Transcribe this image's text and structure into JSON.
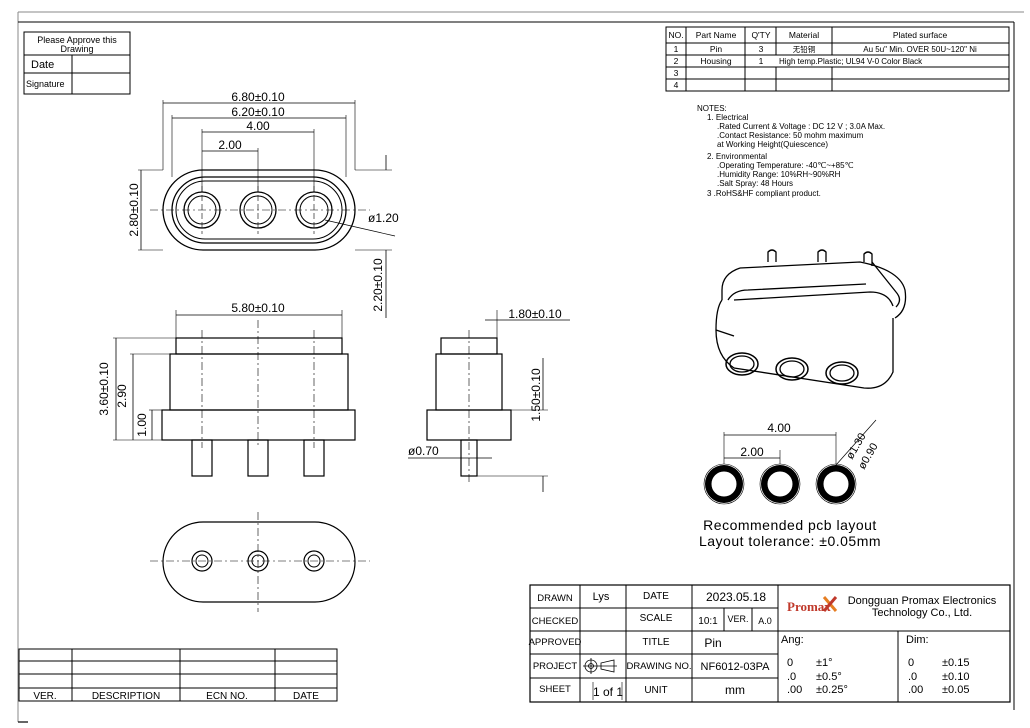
{
  "approval": {
    "title_line1": "Please Approve this",
    "title_line2": "Drawing",
    "date_label": "Date",
    "signature_label": "Signature"
  },
  "bom": {
    "headers": [
      "NO.",
      "Part Name",
      "Q'TY",
      "Material",
      "Plated surface"
    ],
    "rows": [
      {
        "no": "1",
        "part": "Pin",
        "qty": "3",
        "material": "无铅铜",
        "surface": "Au 5u\" Min. OVER 50U~120\" Ni"
      },
      {
        "no": "2",
        "part": "Housing",
        "qty": "1",
        "material": "High temp.Plastic; UL94 V-0 Color Black",
        "surface": ""
      },
      {
        "no": "3",
        "part": "",
        "qty": "",
        "material": "",
        "surface": ""
      },
      {
        "no": "4",
        "part": "",
        "qty": "",
        "material": "",
        "surface": ""
      }
    ]
  },
  "notes": [
    "NOTES:",
    "1. Electrical",
    ".Rated Current & Voltage : DC 12 V ; 3.0A Max.",
    ".Contact Resistance: 50 mohm maximum",
    " at Working Height(Quiescence)",
    "2. Environmental",
    ".Operating Temperature: -40℃~+85℃",
    ".Humidity Range: 10%RH~90%RH",
    ".Salt Spray: 48 Hours",
    "3 .RoHS&HF compliant product."
  ],
  "dims": {
    "top_680": "6.80±0.10",
    "top_620": "6.20±0.10",
    "top_400": "4.00",
    "top_200": "2.00",
    "top_280": "2.80±0.10",
    "top_dia120": "ø1.20",
    "top_220": "2.20±0.10",
    "front_580": "5.80±0.10",
    "front_360": "3.60±0.10",
    "front_290": "2.90",
    "front_100": "1.00",
    "side_180": "1.80±0.10",
    "side_150": "1.50±0.10",
    "side_dia070": "ø0.70"
  },
  "pcb": {
    "dim_400": "4.00",
    "dim_200": "2.00",
    "dia_130": "ø1.30",
    "dia_090": "ø0.90",
    "line1": "Recommended pcb layout",
    "line2": "Layout tolerance: ±0.05mm"
  },
  "revision": {
    "headers": [
      "VER.",
      "DESCRIPTION",
      "ECN NO.",
      "DATE"
    ]
  },
  "titleblock": {
    "drawn_label": "DRAWN",
    "drawn_value": "Lys",
    "date_label": "DATE",
    "date_value": "2023.05.18",
    "checked_label": "CHECKED",
    "scale_label": "SCALE",
    "scale_value": "10:1",
    "ver_label": "VER.",
    "ver_value": "A.0",
    "approved_label": "APPROVED",
    "title_label": "TITLE",
    "title_value": "Pin",
    "project_label": "PROJECT",
    "drawing_no_label": "DRAWING NO.",
    "drawing_no_value": "NF6012-03PA",
    "sheet_label": "SHEET",
    "sheet_value": "1  of 1",
    "unit_label": "UNIT",
    "unit_value": "mm",
    "logo": "Promax",
    "company_line1": "Dongguan Promax Electronics",
    "company_line2": "Technology Co., Ltd.",
    "ang_label": "Ang:",
    "ang_rows": [
      [
        "0",
        "±1°"
      ],
      [
        ".0",
        "±0.5°"
      ],
      [
        ".00",
        "±0.25°"
      ]
    ],
    "dim_label": "Dim:",
    "dim_rows": [
      [
        "0",
        "±0.15"
      ],
      [
        ".0",
        "±0.10"
      ],
      [
        ".00",
        "±0.05"
      ]
    ]
  }
}
